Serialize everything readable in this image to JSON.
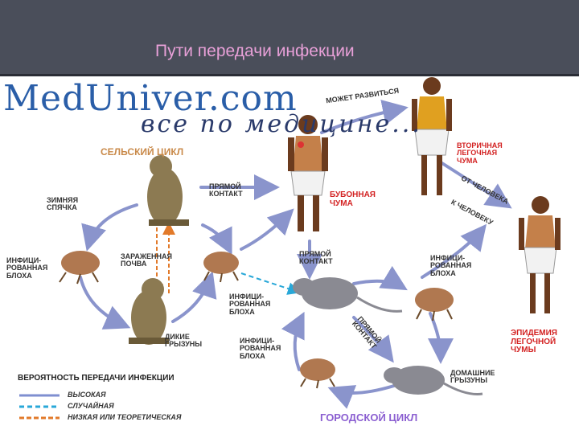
{
  "slide": {
    "title": "Пути передачи инфекции"
  },
  "watermark": {
    "brand": "MedUniver.com",
    "tagline": "все по медицине..."
  },
  "diagram": {
    "rural_cycle": "СЕЛЬСКИЙ ЦИКЛ",
    "urban_cycle": "ГОРОДСКОЙ ЦИКЛ",
    "hibernation": "ЗИМНЯЯ\nСПЯЧКА",
    "infected_flea_left": "ИНФИЦИ-\nРОВАННАЯ\nБЛОХА",
    "contaminated_soil": "ЗАРАЖЕННАЯ\nПОЧВА",
    "wild_rodents": "ДИКИЕ\nГРЫЗУНЫ",
    "direct_contact_top": "ПРЯМОЙ\nКОНТАКТ",
    "infected_flea_center": "ИНФИЦИ-\nРОВАННАЯ\nБЛОХА",
    "direct_contact_center": "ПРЯМОЙ\nКОНТАКТ",
    "bubonic_plague": "БУБОННАЯ\nЧУМА",
    "may_develop": "МОЖЕТ РАЗВИТЬСЯ",
    "secondary_pneumonic": "ВТОРИЧНАЯ\nЛЕГОЧНАЯ\nЧУМА",
    "person_to_person_1": "ОТ ЧЕЛОВЕКА",
    "person_to_person_2": "К ЧЕЛОВЕКУ",
    "infected_flea_right": "ИНФИЦИ-\nРОВАННАЯ\nБЛОХА",
    "infected_flea_bottom": "ИНФИЦИ-\nРОВАННАЯ\nБЛОХА",
    "direct_contact_diag": "ПРЯМОЙ\nКОНТАКТ",
    "domestic_rodents": "ДОМАШНИЕ\nГРЫЗУНЫ",
    "pneumonic_epidemic": "ЭПИДЕМИЯ\nЛЕГОЧНОЙ\nЧУМЫ"
  },
  "legend": {
    "title": "ВЕРОЯТНОСТЬ ПЕРЕДАЧИ ИНФЕКЦИИ",
    "items": [
      {
        "label": "ВЫСОКАЯ",
        "color": "#7f8fd0"
      },
      {
        "label": "СЛУЧАЙНАЯ",
        "color": "#29a8d8"
      },
      {
        "label": "НИЗКАЯ ИЛИ ТЕОРЕТИЧЕСКАЯ",
        "color": "#e27a2a"
      }
    ]
  },
  "colors": {
    "header_bg": "#4a4e5a",
    "title_text": "#e8a0d8",
    "high_arrow": "#8a94cc",
    "label_red": "#d32222"
  },
  "icons": [
    "human-figure",
    "ground-squirrel",
    "flea",
    "rat"
  ]
}
